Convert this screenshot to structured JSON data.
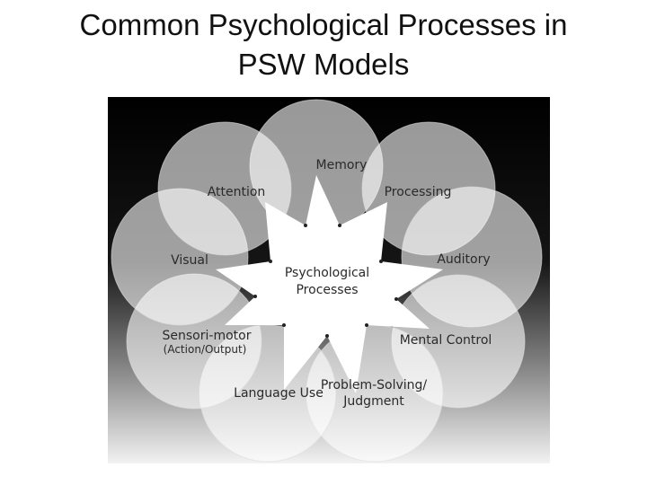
{
  "slide": {
    "title_line1": "Common Psychological Processes in",
    "title_line2": "PSW Models"
  },
  "diagram": {
    "center_line1": "Psychological",
    "center_line2": "Processes",
    "petals": [
      {
        "id": "memory",
        "lines": [
          "Memory"
        ]
      },
      {
        "id": "processing",
        "lines": [
          "Processing"
        ]
      },
      {
        "id": "auditory",
        "lines": [
          "Auditory"
        ]
      },
      {
        "id": "mental-control",
        "lines": [
          "Mental Control"
        ]
      },
      {
        "id": "problem-solving",
        "lines": [
          "Problem-Solving/",
          "Judgment"
        ]
      },
      {
        "id": "language-use",
        "lines": [
          "Language Use"
        ]
      },
      {
        "id": "sensori-motor",
        "lines": [
          "Sensori-motor",
          "(Action/Output)"
        ]
      },
      {
        "id": "visual",
        "lines": [
          "Visual"
        ]
      },
      {
        "id": "attention",
        "lines": [
          "Attention"
        ]
      }
    ]
  }
}
